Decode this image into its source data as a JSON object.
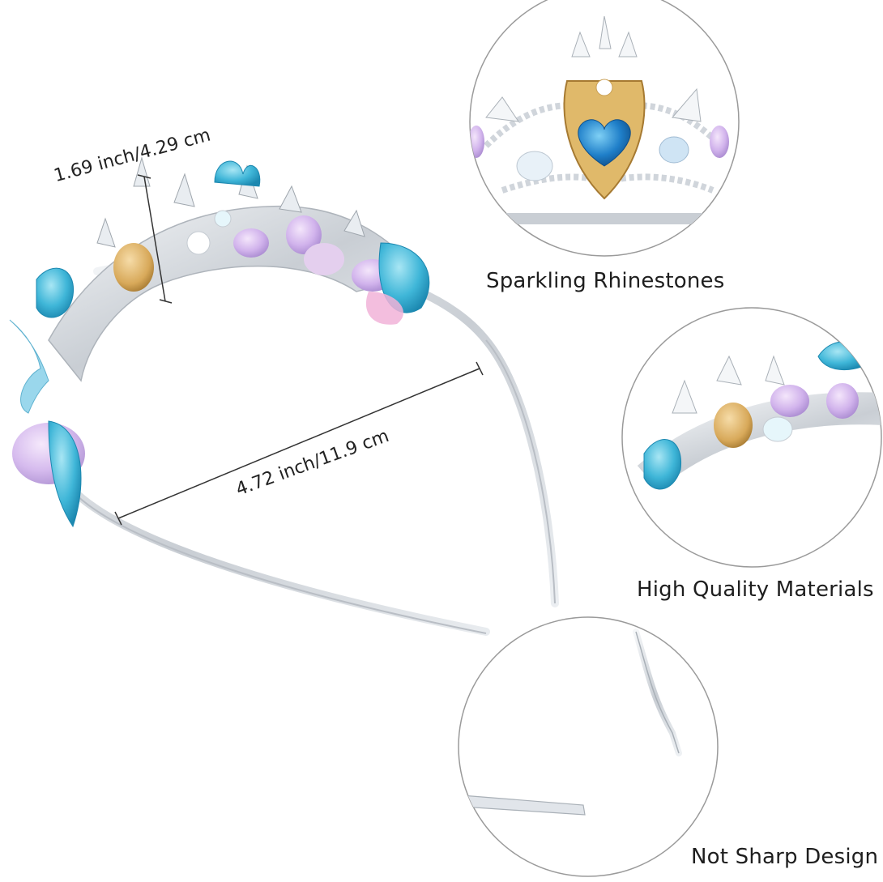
{
  "measurements": {
    "height": "1.69 inch/4.29 cm",
    "width": "4.72 inch/11.9 cm"
  },
  "features": [
    {
      "label": "Sparkling Rhinestones",
      "icon": "rhinestone-closeup"
    },
    {
      "label": "High Quality Materials",
      "icon": "shell-closeup"
    },
    {
      "label": "Not Sharp Design",
      "icon": "band-end-closeup"
    }
  ],
  "colors": {
    "silver": "#d4d9df",
    "turquoise": "#3fb6d8",
    "lavender": "#c9a8e6",
    "gold": "#d8a95a",
    "heart_blue": "#1f7fc9",
    "circle_stroke": "#9a9a9a"
  }
}
